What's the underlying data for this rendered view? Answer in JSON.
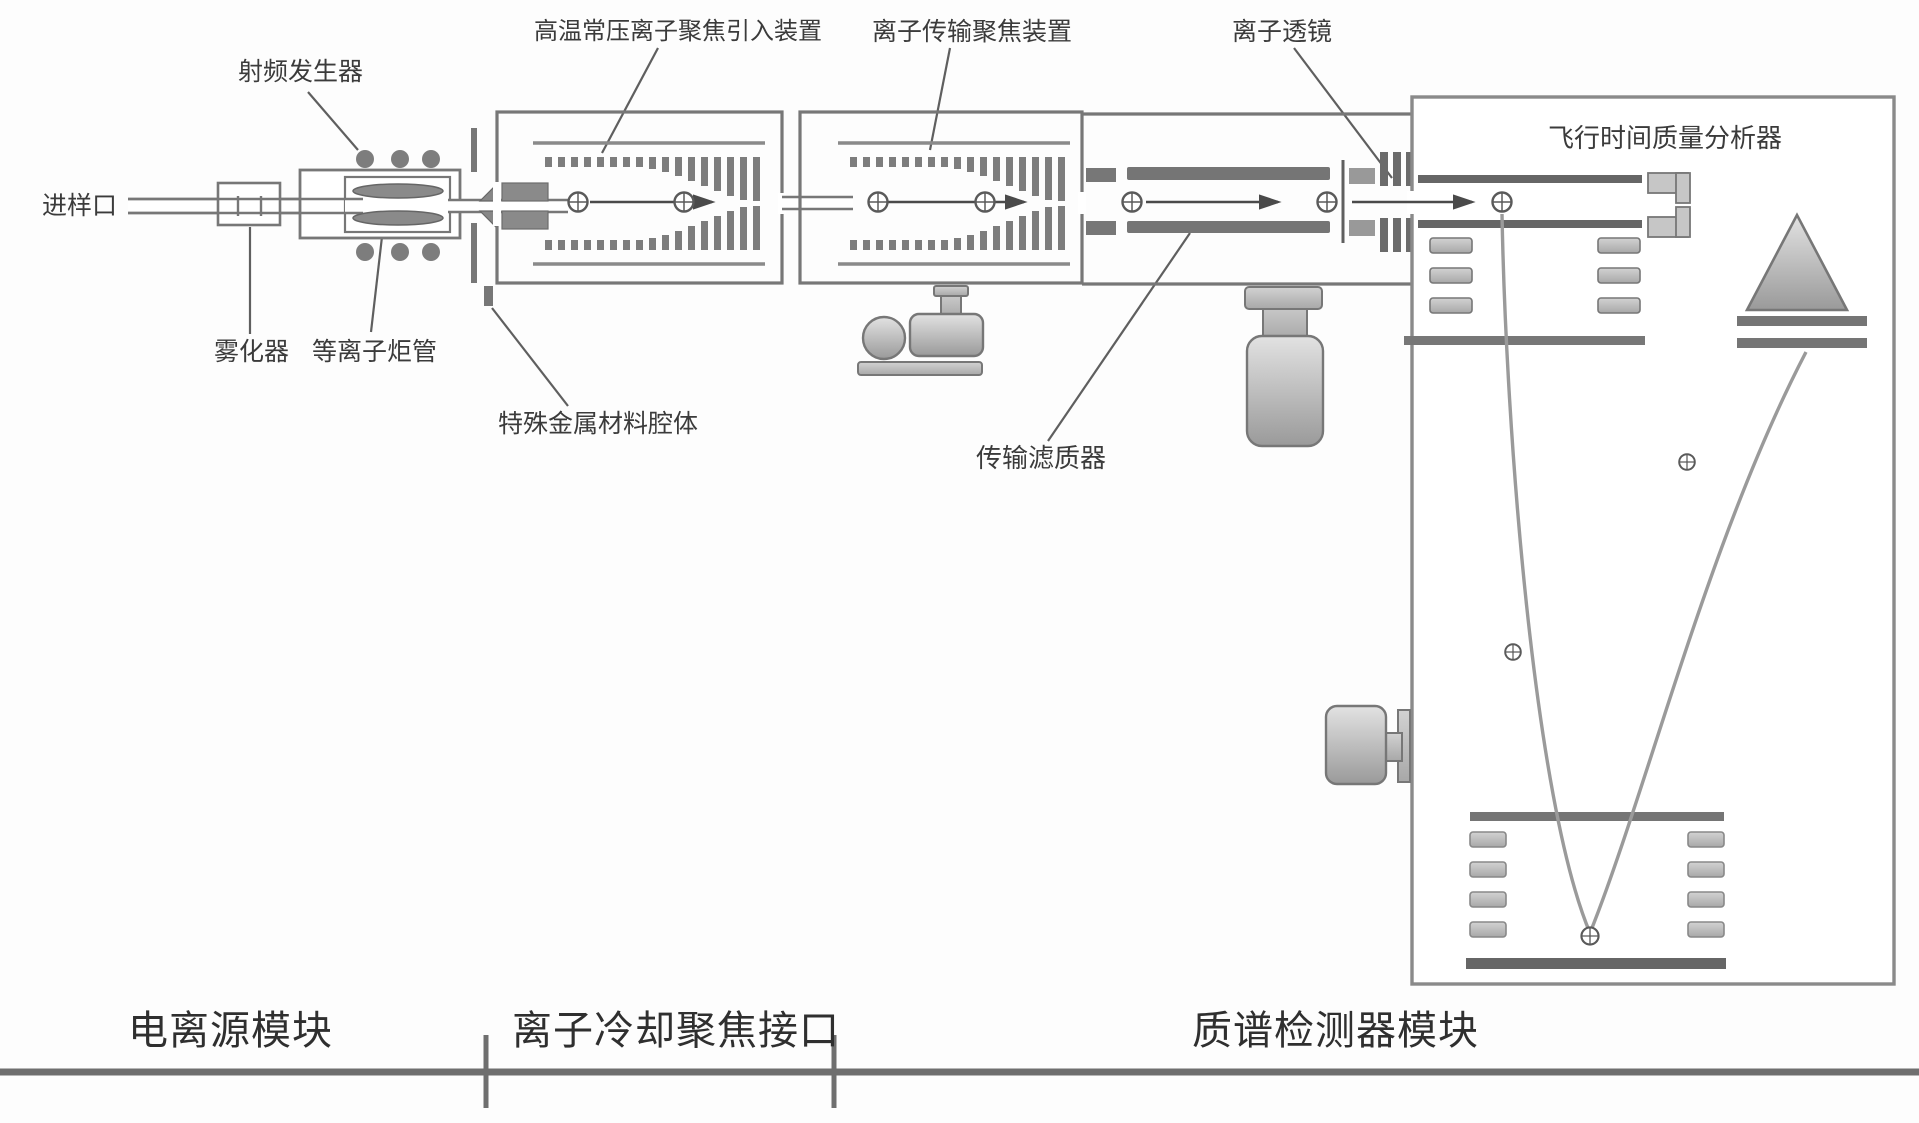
{
  "figure": {
    "type": "instrument-schematic",
    "labels": {
      "rf_generator": "射频发生器",
      "sample_inlet": "进样口",
      "nebulizer": "雾化器",
      "plasma_torch": "等离子炬管",
      "ht_ap_ion_focus_inlet_device": "高温常压离子聚焦引入装置",
      "ion_transfer_focus_device": "离子传输聚焦装置",
      "ion_lens": "离子透镜",
      "tof_mass_analyzer": "飞行时间质量分析器",
      "special_metal_cavity": "特殊金属材料腔体",
      "transmission_mass_filter": "传输滤质器",
      "module_ion_source": "电离源模块",
      "module_ion_cooling_interface": "离子冷却聚焦接口",
      "module_ms_detector": "质谱检测器模块"
    },
    "colors": {
      "line_gray": "#777777",
      "dark_fill": "#707070",
      "mid_fill": "#8d8d8d",
      "light_fill": "#d9d9d9",
      "text": "#3b3b3b",
      "background": "#fdfdfd"
    }
  }
}
